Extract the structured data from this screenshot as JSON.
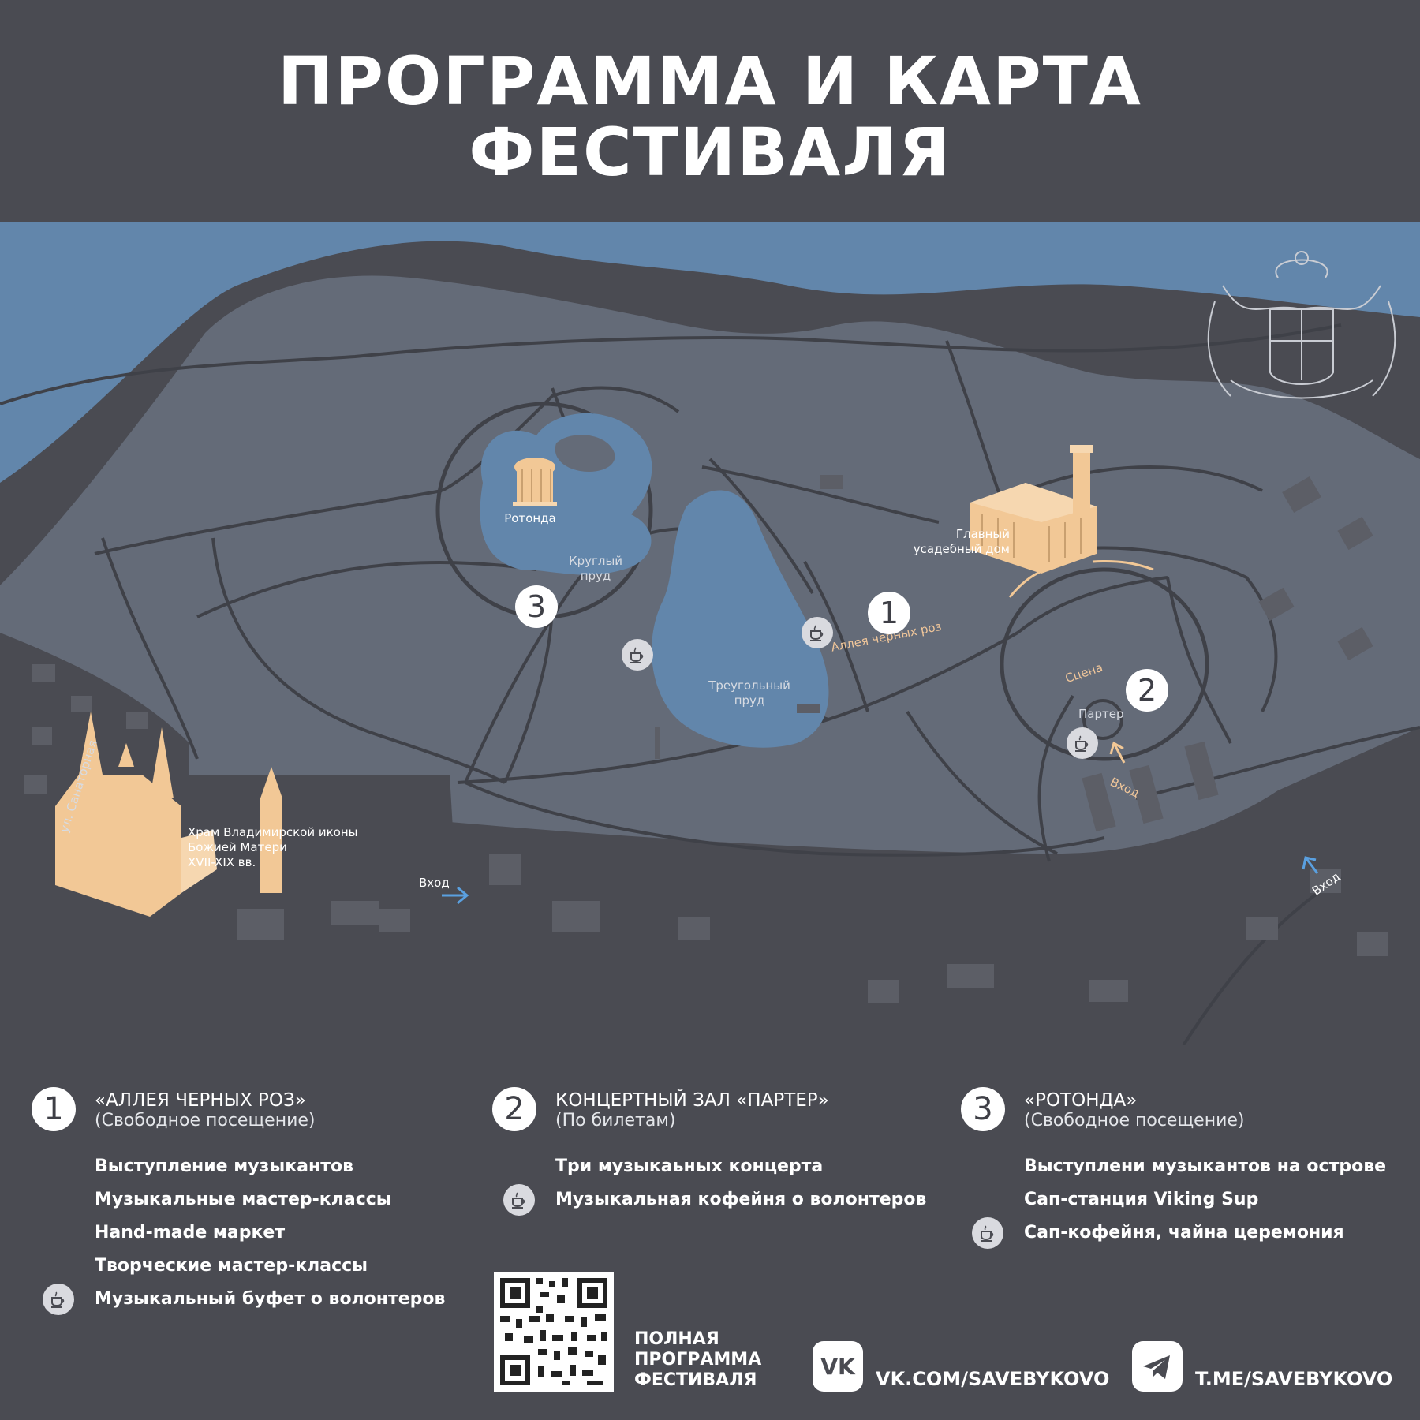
{
  "title_line1": "ПРОГРАММА И КАРТА",
  "title_line2": "ФЕСТИВАЛЯ",
  "map": {
    "rotunda": "Ротонда",
    "round_pond_1": "Круглый",
    "round_pond_2": "пруд",
    "tri_pond_1": "Треугольный",
    "tri_pond_2": "пруд",
    "manor_1": "Главный",
    "manor_2": "усадебный дом",
    "alley": "Аллея черных роз",
    "stage": "Сцена",
    "parter": "Партер",
    "entrance": "Вход",
    "street": "ул. Санаторная",
    "church_1": "Храм Владимирской иконы",
    "church_2": "Божией Матери",
    "church_3": "XVII-XIX вв.",
    "marker_1": "1",
    "marker_2": "2",
    "marker_3": "3"
  },
  "legend": [
    {
      "num": "1",
      "title": "«АЛЛЕЯ ЧЕРНЫХ РОЗ»",
      "sub": "(Свободное посещение)",
      "items": [
        "Выступление музыкантов",
        "Музыкальные мастер-классы",
        "Hand-made маркет",
        "Творческие мастер-классы",
        "Музыкальный буфет о волонтеров"
      ]
    },
    {
      "num": "2",
      "title": "КОНЦЕРТНЫЙ ЗАЛ «ПАРТЕР»",
      "sub": "(По билетам)",
      "items": [
        "Три музыкаьных концерта",
        "Музыкальная кофейня о волонтеров"
      ]
    },
    {
      "num": "3",
      "title": "«РОТОНДА»",
      "sub": "(Свободное посещение)",
      "items": [
        "Выступлени музыкантов на острове",
        "Сап-станция Viking Sup",
        "Сап-кофейня, чайна церемония"
      ]
    }
  ],
  "footer": {
    "full_program_1": "ПОЛНАЯ",
    "full_program_2": "ПРОГРАММА",
    "full_program_3": "ФЕСТИВАЛЯ",
    "vk": "VK.COM/SAVEBYKOVO",
    "tg": "T.ME/SAVEBYKOVO"
  },
  "icons": [
    "coffee-cup-icon",
    "vk-icon",
    "telegram-icon",
    "coat-of-arms-emblem",
    "qr-code"
  ],
  "colors": {
    "background": "#4a4b52",
    "water": "#6286ab",
    "park": "#646b78",
    "paths": "#3f4148",
    "buildings": "#f2c896",
    "accent_arrow": "#5aa0e0"
  }
}
